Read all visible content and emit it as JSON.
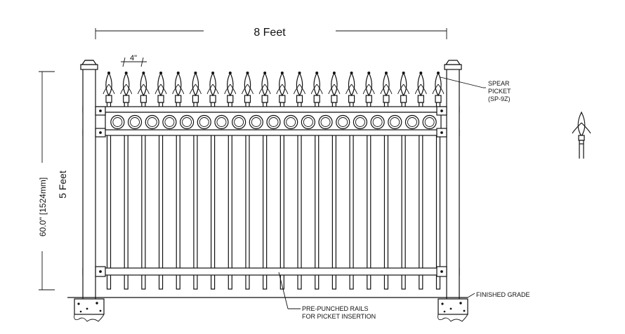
{
  "dimensions": {
    "width_label": "8 Feet",
    "height_label": "5 Feet",
    "height_metric_label": "60.0\" [1524mm]",
    "spacing_label": "4\""
  },
  "callouts": {
    "spear_picket": [
      "SPEAR",
      "PICKET",
      "(SP-9Z)"
    ],
    "finished_grade": "FINISHED GRADE",
    "rails_note": [
      "PRE-PUNCHED RAILS",
      "FOR PICKET INSERTION"
    ]
  },
  "picket_count": 20,
  "ring_count": 19
}
